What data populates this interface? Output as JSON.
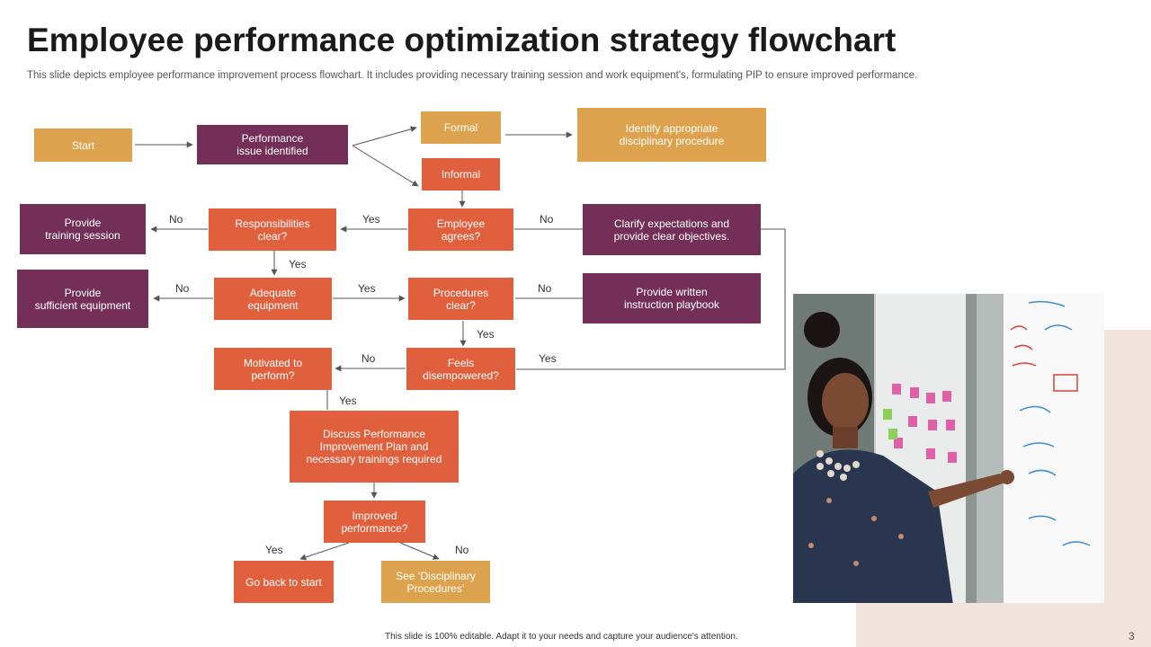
{
  "title": "Employee performance optimization strategy flowchart",
  "subtitle": "This slide depicts employee performance improvement process flowchart. It includes providing necessary training session and work equipment's, formulating PIP to ensure improved performance.",
  "footer": "This slide is 100% editable.  Adapt it to your needs and capture your audience's attention.",
  "page_number": "3",
  "colors": {
    "purple": "#742f59",
    "orange": "#e0603e",
    "gold": "#dda24d",
    "accent_panel": "#f2e4dc"
  },
  "nodes": {
    "start": "Start",
    "performance_issue": "Performance\nissue identified",
    "formal": "Formal",
    "informal": "Informal",
    "identify_procedure": "Identify appropriate\ndisciplinary procedure",
    "provide_training": "Provide\ntraining session",
    "responsibilities_clear": "Responsibilities\nclear?",
    "employee_agrees": "Employee\nagrees?",
    "clarify_expectations": "Clarify expectations and\nprovide clear objectives.",
    "provide_equipment": "Provide\nsufficient equipment",
    "adequate_equipment": "Adequate\nequipment",
    "procedures_clear": "Procedures\nclear?",
    "written_playbook": "Provide written\ninstruction playbook",
    "motivated": "Motivated to\nperform?",
    "feels_disempowered": "Feels\ndisempowered?",
    "discuss_pip": "Discuss Performance\nImprovement Plan and\nnecessary trainings required",
    "improved_performance": "Improved\nperformance?",
    "go_back": "Go back to start",
    "see_disciplinary": "See ‘Disciplinary\nProcedures’"
  },
  "edge_labels": {
    "no_training": "No",
    "yes_agrees": "Yes",
    "no_clarify": "No",
    "yes_responsibilities": "Yes",
    "no_equipment": "No",
    "yes_adequate": "Yes",
    "no_playbook": "No",
    "yes_procedures": "Yes",
    "no_motivated": "No",
    "yes_disempowered": "Yes",
    "yes_motivated": "Yes",
    "yes_improved": "Yes",
    "no_improved": "No"
  },
  "image": {
    "description_icon": "photo-woman-presenting-whiteboard"
  }
}
